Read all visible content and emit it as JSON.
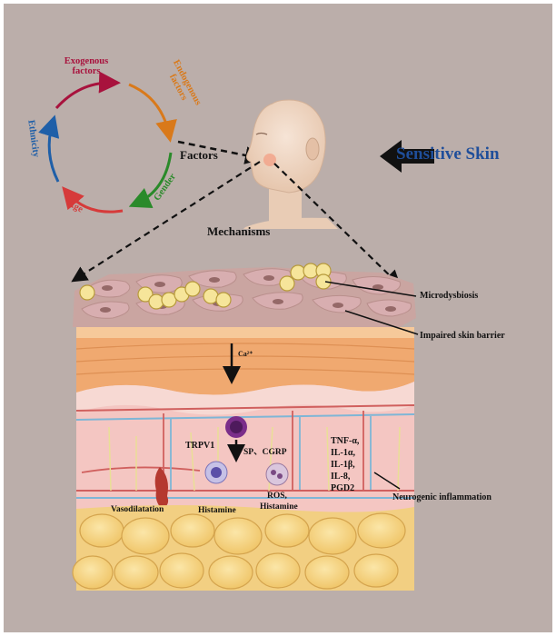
{
  "title": "Sensitive Skin",
  "cycle": {
    "exogenous": "Exogenous factors",
    "endogenous": "Endogenous factors",
    "gender": "Gender",
    "age": "Age",
    "ethnicity": "Ethnicity",
    "factors": "Factors"
  },
  "mechanisms": "Mechanisms",
  "labels": {
    "microdysbiosis": "Microdysbiosis",
    "barrier": "Impaired skin barrier",
    "calcium": "Ca²⁺",
    "trpv1": "TRPV1",
    "sp_cgrp": "SP、CGRP",
    "cytokines": [
      "TNF-α,",
      "IL-1α,",
      "IL-1β,",
      "IL-8,",
      "PGD2"
    ],
    "vasodilatation": "Vasodilatation",
    "histamine": "Histamine",
    "ros": "ROS,",
    "ros_histamine": "Histamine",
    "neurogenic": "Neurogenic inflammation"
  },
  "colors": {
    "background": "#bbaeaa",
    "frame": "#ffffff",
    "title": "#1f4e9a",
    "exogenous": "#a8123d",
    "endogenous": "#d9791a",
    "gender": "#2a8a2a",
    "age": "#d63a3a",
    "ethnicity": "#1f5fa8"
  }
}
